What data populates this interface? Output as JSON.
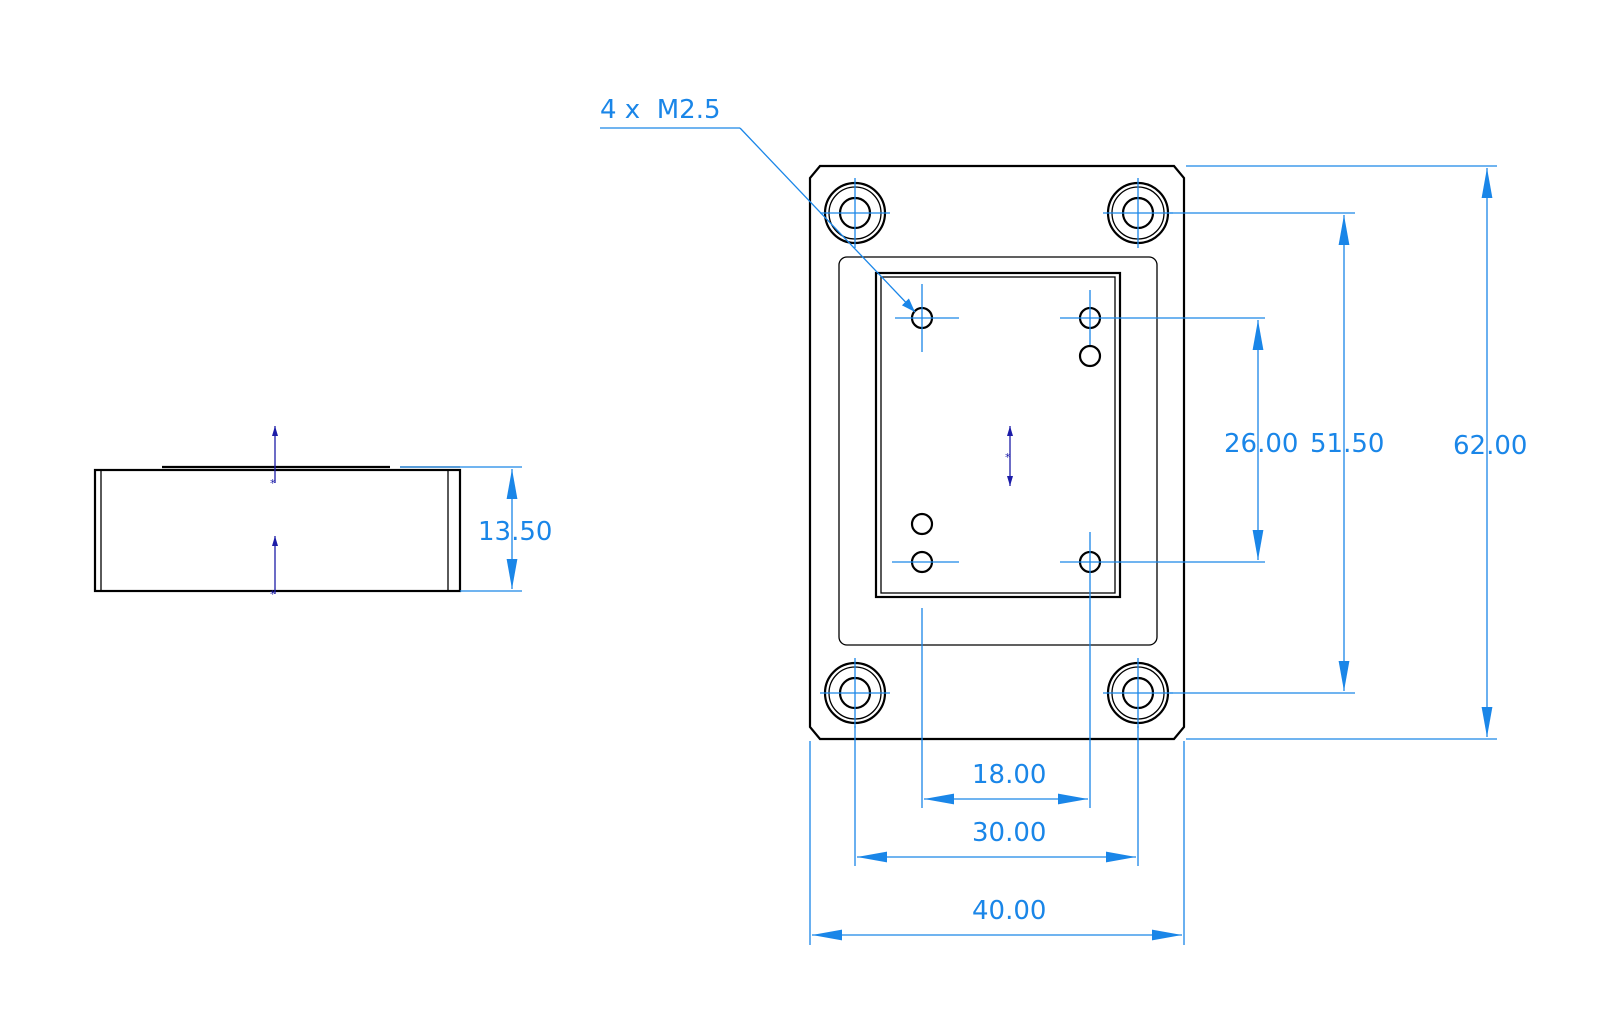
{
  "drawing": {
    "colors": {
      "geometry": "#000000",
      "dimension": "#1a86e8",
      "datum": "#1c1ca8",
      "background": "#ffffff"
    },
    "callout": {
      "hole_note": "4 x  M2.5"
    },
    "side_view": {
      "height_dim": "13.50"
    },
    "top_view": {
      "overall_height_dim": "62.00",
      "outer_hole_spacing_vertical_dim": "51.50",
      "inner_hole_spacing_vertical_dim": "26.00",
      "inner_hole_spacing_horizontal_dim": "18.00",
      "outer_hole_spacing_horizontal_dim": "30.00",
      "overall_width_dim": "40.00"
    }
  }
}
